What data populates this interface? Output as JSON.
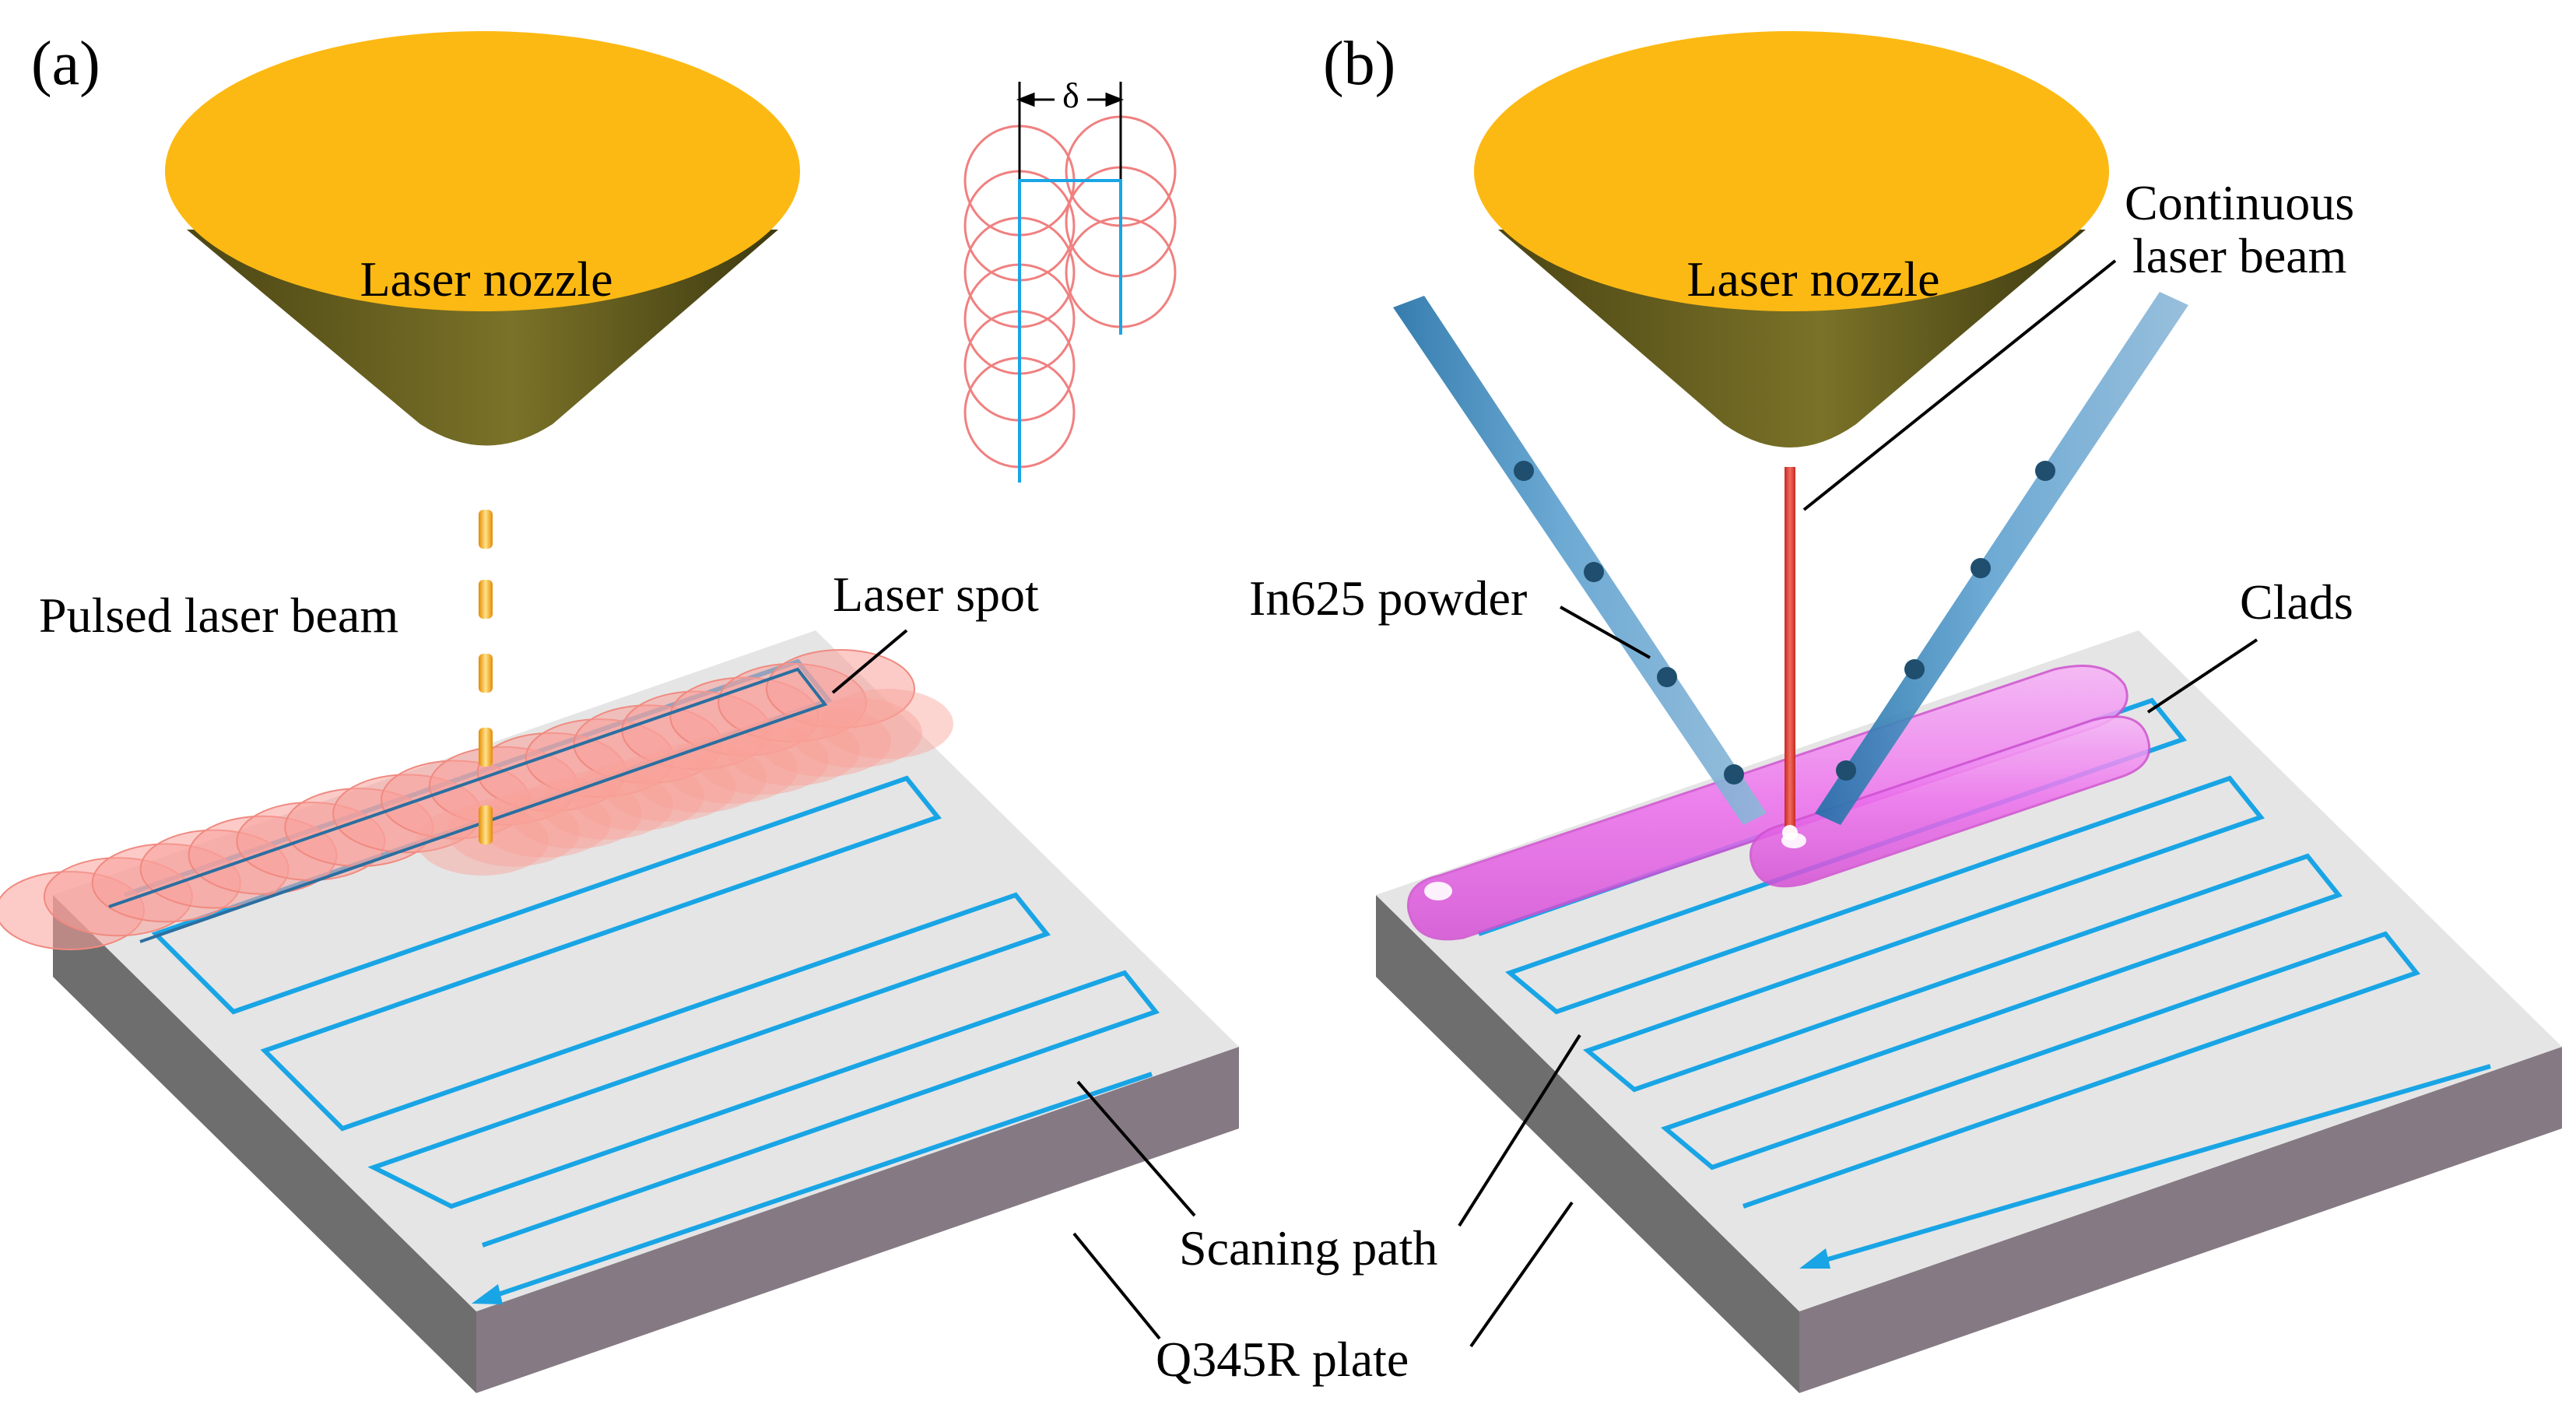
{
  "panels": {
    "a": {
      "tag": "(a)",
      "nozzle": "Laser nozzle",
      "beam": "Pulsed laser beam",
      "spot": "Laser spot",
      "delta": "δ"
    },
    "b": {
      "tag": "(b)",
      "nozzle": "Laser nozzle",
      "beam_line1": "Continuous",
      "beam_line2": "laser beam",
      "powder": "In625 powder",
      "clads": "Clads"
    }
  },
  "shared": {
    "scan_path": "Scaning path",
    "plate": "Q345R plate"
  },
  "colors": {
    "nozzle_top": "#FDB913",
    "nozzle_cone": "#6B6420",
    "plate_top": "#E5E5E5",
    "plate_side_left": "#707070",
    "plate_side_right": "#857A83",
    "scan_path": "#19A5E5",
    "laser_spot": "#F9A19A",
    "laser_beam": "#E8453A",
    "clad": "#F080F0",
    "powder_tube": "#4A8FC0"
  }
}
